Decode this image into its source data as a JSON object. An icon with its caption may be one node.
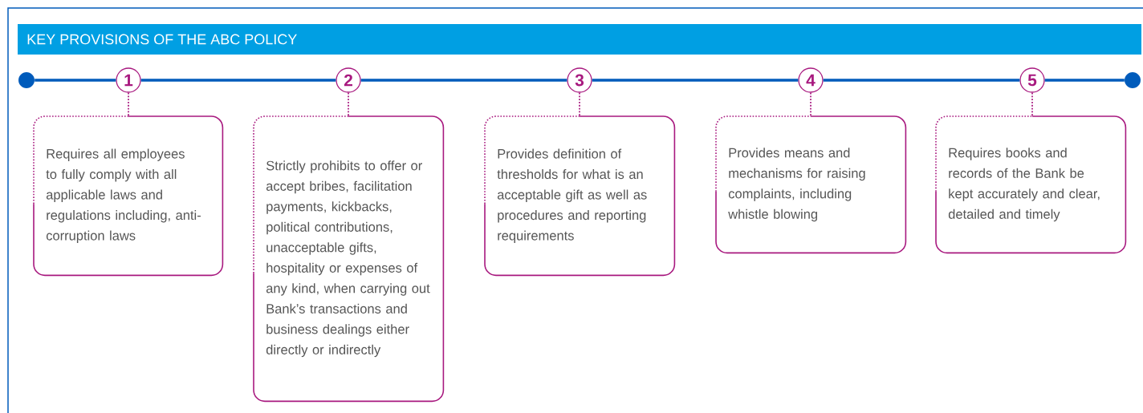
{
  "diagram": {
    "title": "KEY PROVISIONS OF THE ABC POLICY",
    "nodes": [
      {
        "text": [],
        "shape": "circle"
      },
      {
        "text": [
          "1"
        ]
      },
      {
        "text": [
          "2"
        ]
      },
      {
        "text": [
          "3"
        ]
      },
      {
        "text": [
          "4"
        ]
      },
      {
        "text": [
          "5"
        ]
      },
      {
        "text": [],
        "shape": "circle"
      },
      {
        "text": [
          "Requires all employees to fully comply with all applicable laws and regulations including, anti-corruption laws"
        ]
      },
      {
        "text": [
          "Strictly prohibits to offer or accept bribes, facilitation payments, kickbacks, political contributions, unacceptable gifts, hospitality or expenses of any kind, when carrying out Bank’s transactions and business dealings either directly or indirectly"
        ]
      },
      {
        "text": [
          "Provides definition of thresholds for what is an acceptable gift as well as procedures and reporting requirements"
        ]
      },
      {
        "text": [
          "Provides means and mechanisms for raising complaints, including whistle blowing"
        ]
      },
      {
        "text": [
          "Requires books and records of the Bank be kept accurately and clear, detailed and timely"
        ]
      }
    ],
    "edges": [
      {
        "from": 0,
        "to": 1,
        "arrow": "none"
      },
      {
        "from": 1,
        "to": 2,
        "arrow": "none"
      },
      {
        "from": 2,
        "to": 3,
        "arrow": "none"
      },
      {
        "from": 3,
        "to": 4,
        "arrow": "none"
      },
      {
        "from": 4,
        "to": 5,
        "arrow": "none"
      },
      {
        "from": 5,
        "to": 6,
        "arrow": "none"
      },
      {
        "from": 1,
        "to": 7,
        "arrow": "none",
        "style": "dashed",
        "color": "#a8197f"
      },
      {
        "from": 2,
        "to": 8,
        "arrow": "none",
        "style": "dashed",
        "color": "#a8197f"
      },
      {
        "from": 3,
        "to": 9,
        "arrow": "none",
        "style": "dashed",
        "color": "#a8197f"
      },
      {
        "from": 4,
        "to": 10,
        "arrow": "none",
        "style": "dashed",
        "color": "#a8197f"
      },
      {
        "from": 5,
        "to": 11,
        "arrow": "none",
        "style": "dashed",
        "color": "#a8197f"
      }
    ]
  }
}
